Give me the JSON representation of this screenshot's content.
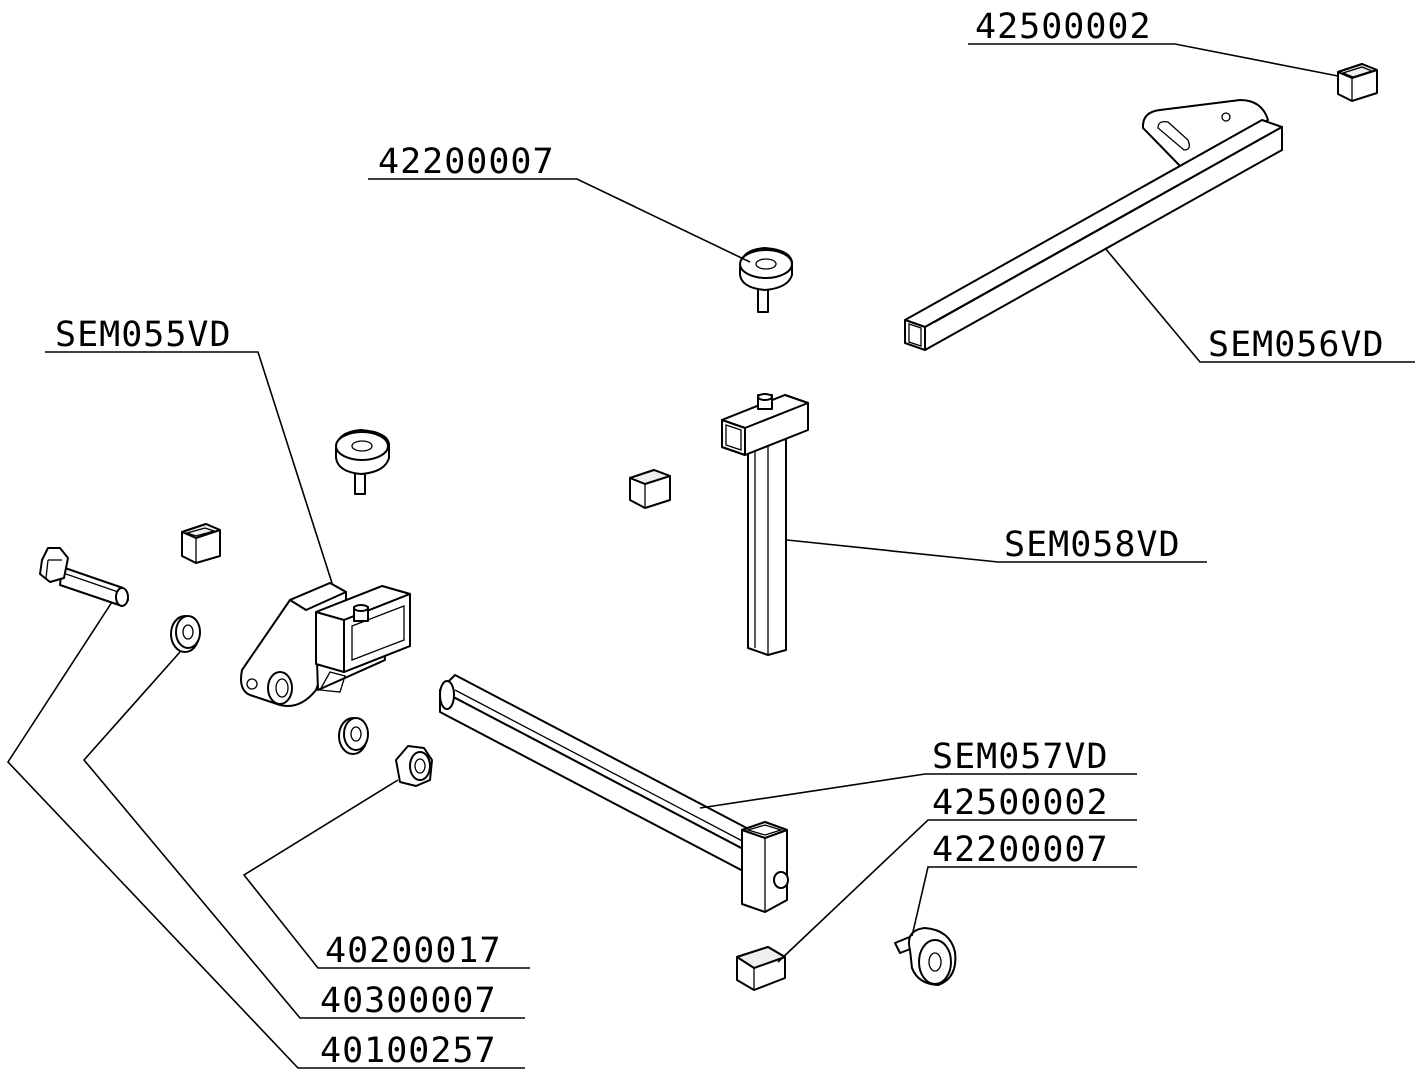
{
  "diagram": {
    "type": "exploded-parts-drawing",
    "labels": {
      "end_cap_top": "42500002",
      "knob_top": "42200007",
      "arm_upper": "SEM056VD",
      "bracket": "SEM055VD",
      "post": "SEM058VD",
      "arm_lower": "SEM057VD",
      "end_cap_bottom": "42500002",
      "knob_bottom": "42200007",
      "nut": "40200017",
      "washer": "40300007",
      "bolt": "40100257"
    },
    "colors": {
      "line": "#000000",
      "background": "#ffffff"
    }
  }
}
